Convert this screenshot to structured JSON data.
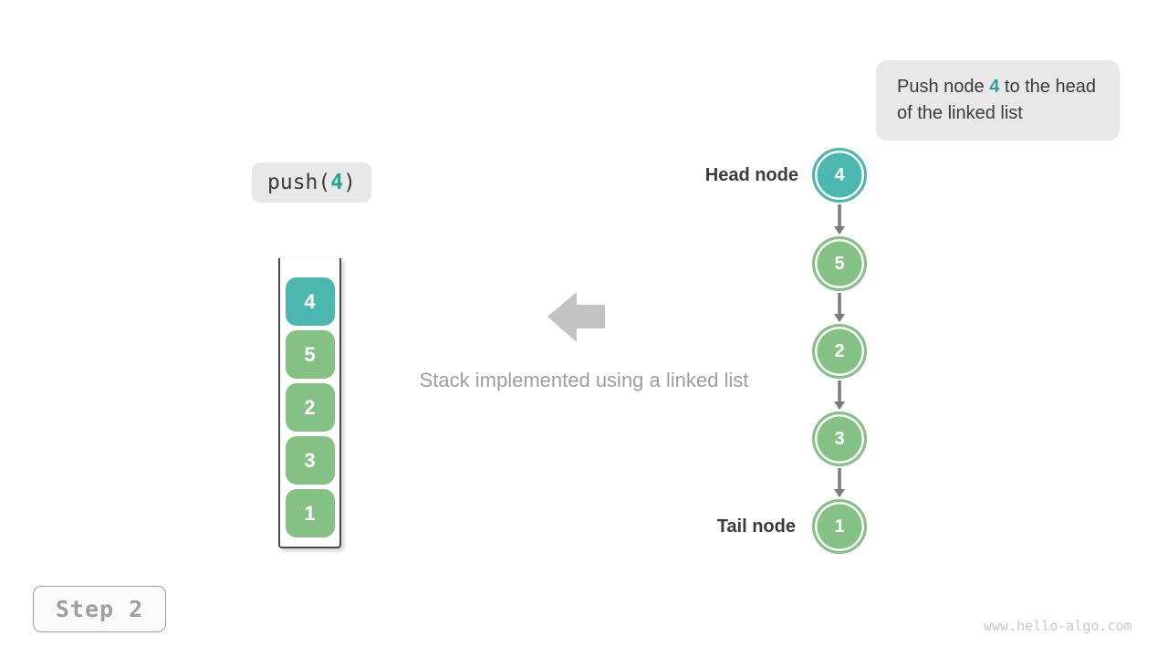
{
  "callout": {
    "prefix": "Push node ",
    "highlight": "4",
    "suffix": " to the head of the linked list"
  },
  "operation": {
    "prefix": "push(",
    "arg": "4",
    "suffix": ")"
  },
  "stack": {
    "items": [
      {
        "value": "4",
        "tone": "teal"
      },
      {
        "value": "5",
        "tone": "green"
      },
      {
        "value": "2",
        "tone": "green"
      },
      {
        "value": "3",
        "tone": "green"
      },
      {
        "value": "1",
        "tone": "green"
      }
    ]
  },
  "caption": "Stack implemented using a linked list",
  "linked_list": {
    "head_label": "Head node",
    "tail_label": "Tail node",
    "nodes": [
      {
        "value": "4",
        "tone": "teal"
      },
      {
        "value": "5",
        "tone": "green"
      },
      {
        "value": "2",
        "tone": "green"
      },
      {
        "value": "3",
        "tone": "green"
      },
      {
        "value": "1",
        "tone": "green"
      }
    ]
  },
  "step": {
    "label": "Step 2"
  },
  "watermark": "www.hello-algo.com",
  "palette": {
    "teal": "#4CB7AE",
    "green": "#85C185",
    "highlight_text": "#2FA195",
    "dark_text": "#3B3B3B",
    "muted_text": "#9E9E9E",
    "node_arrow_gray": "#7B7B7B",
    "block_arrow_gray": "#C3C3C3",
    "callout_bg": "#E8E8E8"
  }
}
